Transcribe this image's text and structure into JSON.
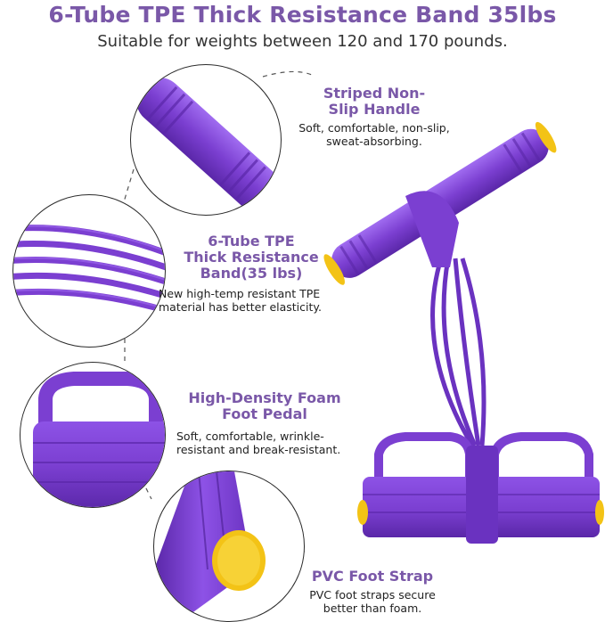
{
  "header": {
    "title": "6-Tube TPE Thick Resistance Band 35lbs",
    "subtitle": "Suitable for weights between 120 and 170 pounds."
  },
  "features": [
    {
      "title_line1": "Striped Non-",
      "title_line2": "Slip Handle",
      "desc_line1": "Soft, comfortable, non-slip,",
      "desc_line2": "sweat-absorbing."
    },
    {
      "title_line1": "6-Tube TPE",
      "title_line2": "Thick Resistance",
      "title_line3": "Band(35 lbs)",
      "desc_line1": "New high-temp resistant TPE",
      "desc_line2": "material has better elasticity."
    },
    {
      "title_line1": "High-Density Foam",
      "title_line2": "Foot Pedal",
      "desc_line1": "Soft, comfortable, wrinkle-",
      "desc_line2": "resistant and break-resistant."
    },
    {
      "title_line1": "PVC Foot Strap",
      "desc_line1": "PVC foot straps secure",
      "desc_line2": "better than foam."
    }
  ],
  "colors": {
    "accent": "#7a58a8",
    "product_purple": "#7b3fd1",
    "product_dark": "#5a27a8",
    "cap_yellow": "#f3c316"
  }
}
